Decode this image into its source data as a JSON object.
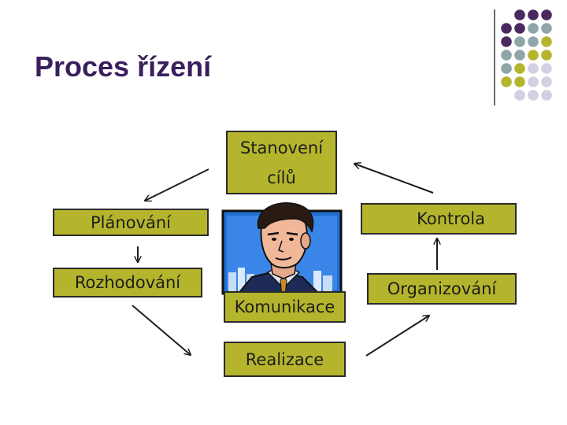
{
  "title": "Proces řízení",
  "boxes": {
    "stanoveni_line1": "Stanovení",
    "stanoveni_line2": "cílů",
    "planovani": "Plánování",
    "kontrola": "Kontrola",
    "rozhodovani": "Rozhodování",
    "organizovani": "Organizování",
    "komunikace": "Komunikace",
    "realizace": "Realizace"
  },
  "colors": {
    "title": "#3a1f5d",
    "box_fill": "#b5b52d",
    "dot_purple": "#4a2a5e",
    "dot_teal": "#8fa6a8",
    "dot_olive": "#b5b52d",
    "dot_lavender": "#d3d0e3"
  },
  "icons": {
    "businessman": "businessman-portrait-icon",
    "arrow": "arrow-icon"
  }
}
